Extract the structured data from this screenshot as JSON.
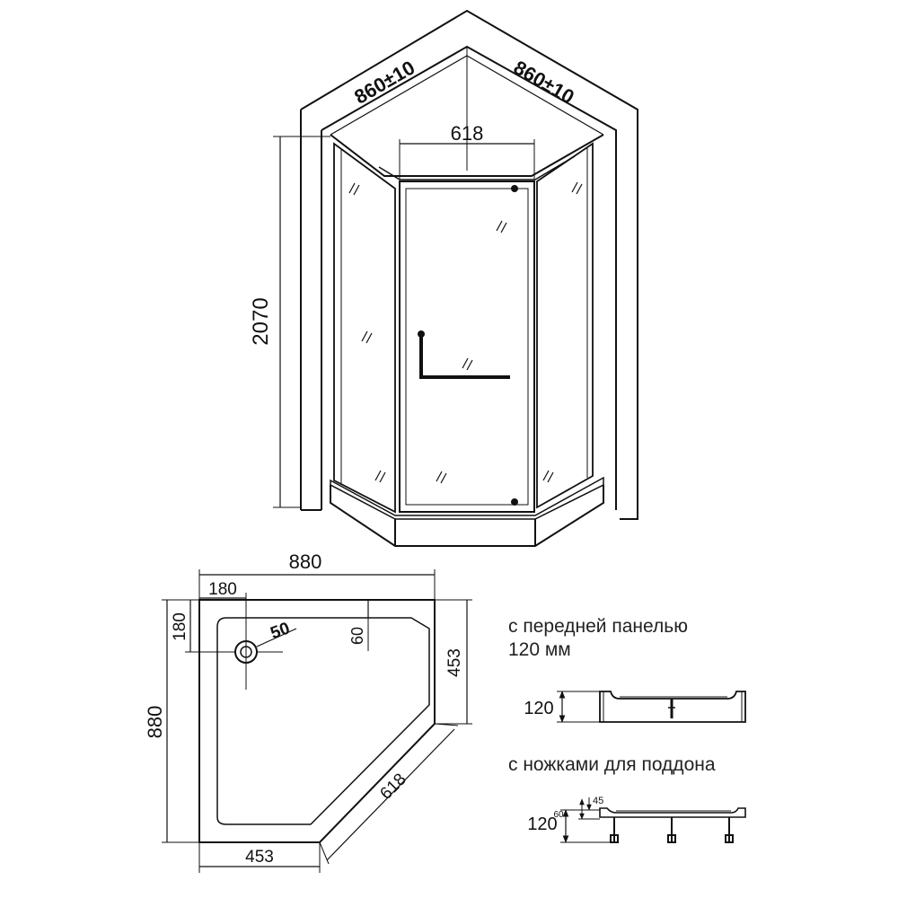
{
  "colors": {
    "ink": "#111111",
    "wall_fill": "#ffffff",
    "bg": "#ffffff"
  },
  "cabin": {
    "side_width_left": "860±10",
    "side_width_right": "860±10",
    "door_width": "618",
    "height": "2070"
  },
  "tray_plan": {
    "overall_width": "880",
    "overall_depth": "880",
    "drain_offset_x": "180",
    "drain_offset_y": "180",
    "drain_diameter": "50",
    "rim_width": "60",
    "right_side": "453",
    "bottom_side": "453",
    "front_diagonal": "618"
  },
  "variants": {
    "front_panel": {
      "title": "с передней панелью",
      "subtitle": "120 мм",
      "height": "120"
    },
    "legs": {
      "title": "с ножками для поддона",
      "height": "120",
      "tray_height": "60",
      "leg_height": "45"
    }
  }
}
